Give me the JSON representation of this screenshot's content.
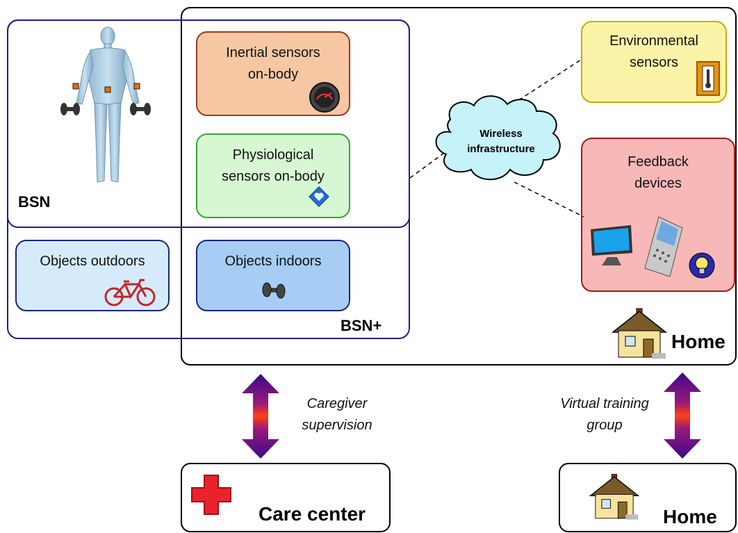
{
  "bsn": {
    "label": "BSN",
    "plus_label": "BSN+"
  },
  "cards": {
    "inertial": "Inertial sensors\non-body",
    "physiological": "Physiological\nsensors on-body",
    "outdoors": "Objects outdoors",
    "indoors": "Objects indoors",
    "environmental": "Environmental\nsensors",
    "feedback": "Feedback\ndevices"
  },
  "cloud": {
    "label": "Wireless\ninfrastructure"
  },
  "home": {
    "label": "Home"
  },
  "arrows": {
    "left": "Caregiver\nsupervision",
    "right": "Virtual training\ngroup"
  },
  "bottom": {
    "care": "Care center",
    "home": "Home"
  },
  "colors": {
    "orange_card": "#f7c7a3",
    "green_card": "#d7f7d3",
    "blue_light_card": "#d5ebfb",
    "blue_card": "#a7cdf5",
    "yellow_card": "#fbf3a7",
    "pink_card": "#f8b8b8",
    "cloud": "#c6f2f9",
    "bsn_border": "#1a237e"
  },
  "icons": [
    "human-figure-icon",
    "speedometer-icon",
    "heart-sensor-icon",
    "bicycle-icon",
    "dumbbell-icon",
    "thermometer-icon",
    "monitor-icon",
    "mobile-phone-icon",
    "lightbulb-icon",
    "house-icon",
    "red-cross-icon"
  ]
}
